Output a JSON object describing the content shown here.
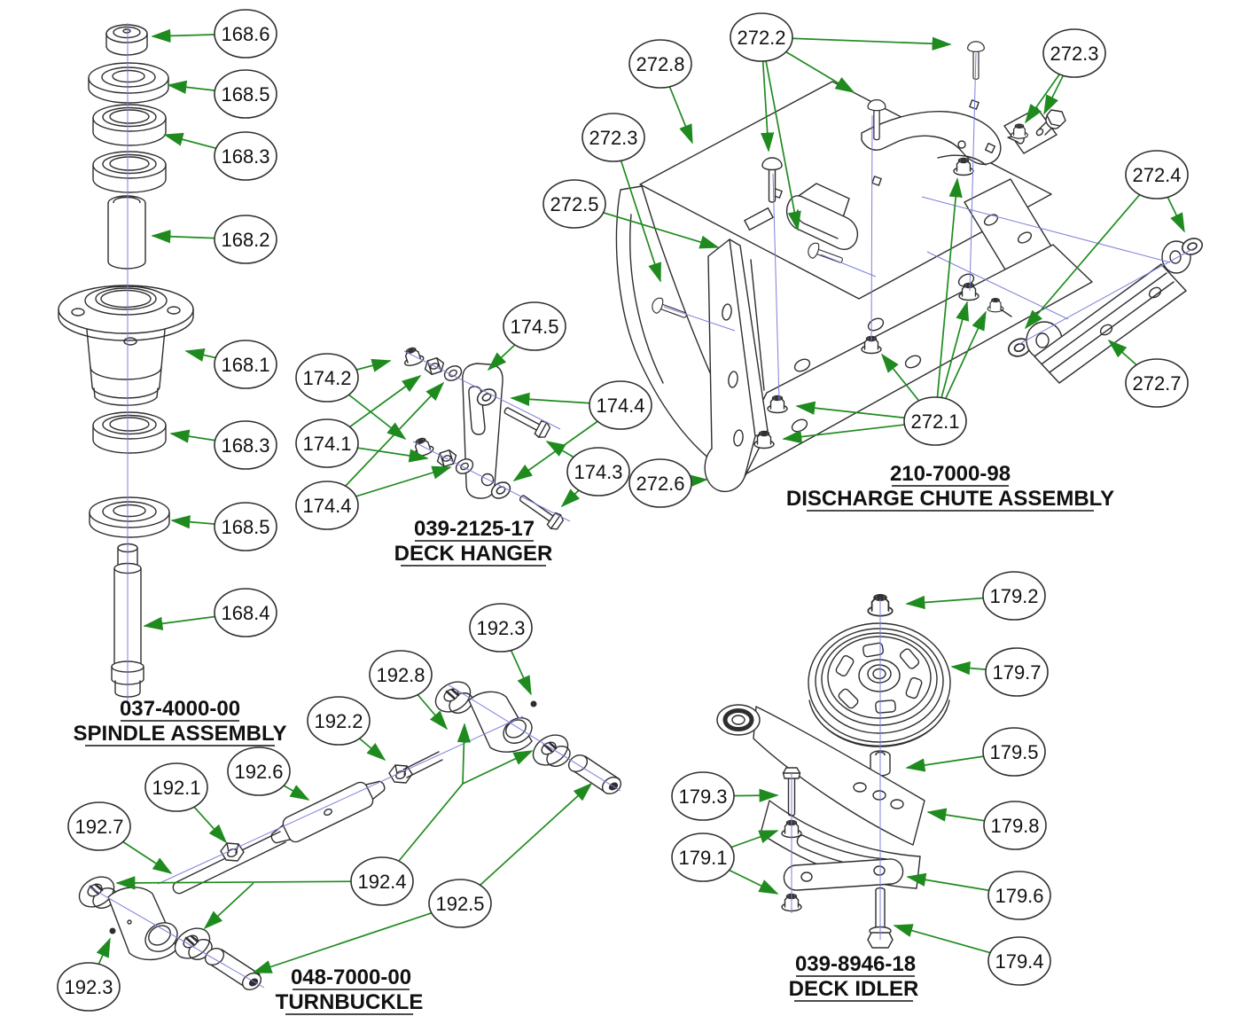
{
  "colors": {
    "leader_green": "#1f8b1f",
    "centerline_blue": "#7d7fd9",
    "line_art": "#2e2e2e",
    "background": "#ffffff"
  },
  "assemblies": {
    "spindle": {
      "part_number": "037-4000-00",
      "title": "SPINDLE ASSEMBLY",
      "callouts": [
        {
          "label": "168.6"
        },
        {
          "label": "168.5"
        },
        {
          "label": "168.3"
        },
        {
          "label": "168.2"
        },
        {
          "label": "168.1"
        },
        {
          "label": "168.3"
        },
        {
          "label": "168.5"
        },
        {
          "label": "168.4"
        }
      ]
    },
    "deck_hanger": {
      "part_number": "039-2125-17",
      "title": "DECK HANGER",
      "callouts": [
        {
          "label": "174.5"
        },
        {
          "label": "174.2"
        },
        {
          "label": "174.1"
        },
        {
          "label": "174.4"
        },
        {
          "label": "174.4"
        },
        {
          "label": "174.3"
        }
      ]
    },
    "discharge_chute": {
      "part_number": "210-7000-98",
      "title": "DISCHARGE CHUTE ASSEMBLY",
      "callouts": [
        {
          "label": "272.8"
        },
        {
          "label": "272.2"
        },
        {
          "label": "272.3"
        },
        {
          "label": "272.3"
        },
        {
          "label": "272.5"
        },
        {
          "label": "272.4"
        },
        {
          "label": "272.1"
        },
        {
          "label": "272.6"
        },
        {
          "label": "272.7"
        }
      ]
    },
    "turnbuckle": {
      "part_number": "048-7000-00",
      "title": "TURNBUCKLE",
      "callouts": [
        {
          "label": "192.3"
        },
        {
          "label": "192.8"
        },
        {
          "label": "192.2"
        },
        {
          "label": "192.6"
        },
        {
          "label": "192.1"
        },
        {
          "label": "192.7"
        },
        {
          "label": "192.4"
        },
        {
          "label": "192.5"
        },
        {
          "label": "192.3"
        }
      ]
    },
    "deck_idler": {
      "part_number": "039-8946-18",
      "title": "DECK IDLER",
      "callouts": [
        {
          "label": "179.2"
        },
        {
          "label": "179.7"
        },
        {
          "label": "179.5"
        },
        {
          "label": "179.3"
        },
        {
          "label": "179.8"
        },
        {
          "label": "179.1"
        },
        {
          "label": "179.6"
        },
        {
          "label": "179.4"
        }
      ]
    }
  }
}
